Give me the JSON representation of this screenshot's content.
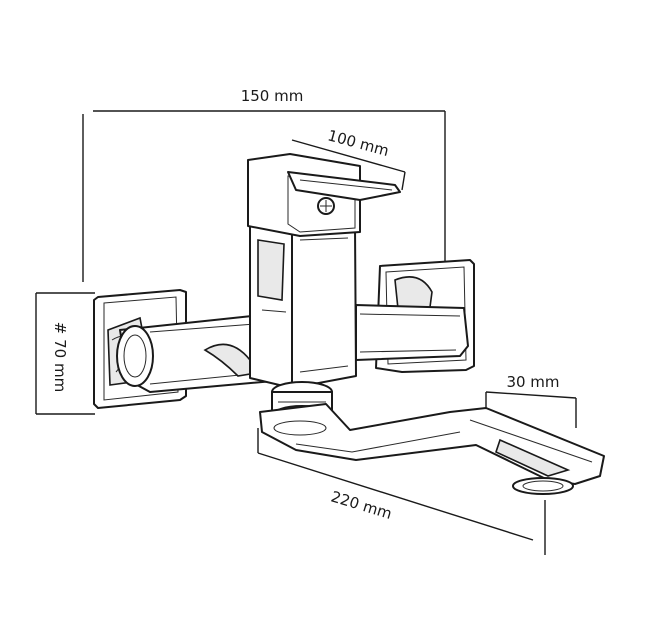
{
  "dimensions": {
    "width_label": "150 mm",
    "handle_label": "100 mm",
    "height_label": "# 70 mm",
    "spout_end_label": "30 mm",
    "spout_length_label": "220 mm"
  },
  "colors": {
    "line": "#1a1a1a",
    "background": "#ffffff",
    "shading": "#e9e9e9"
  }
}
